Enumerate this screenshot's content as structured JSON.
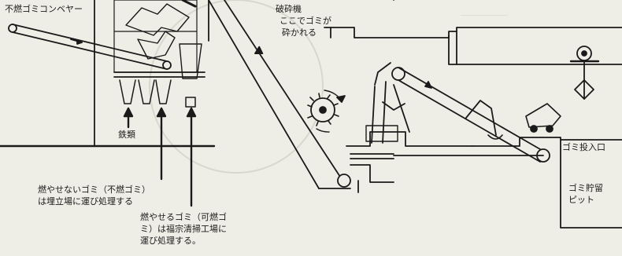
{
  "labels": {
    "incombustible_conveyor": "不燃ゴミコンベヤー",
    "crusher": "破砕機",
    "crusher_note_1": "ここでゴミが",
    "crusher_note_2": "砕かれる",
    "iron": "鉄類",
    "incombustible_1": "燃やせないゴミ（不燃ゴミ）",
    "incombustible_2": "は埋立場に運び処理する",
    "combustible_1": "燃やせるゴミ（可燃ゴ",
    "combustible_2": "ミ）は福宗清掃工場に",
    "combustible_3": "運び処理する。",
    "dump_inlet": "ゴミ投入口",
    "storage_pit_1": "ゴミ貯留",
    "storage_pit_2": "ピット"
  },
  "colors": {
    "ink": "#1a1a1a",
    "paper": "#efeee6",
    "ghost": "#cfcdc3"
  }
}
